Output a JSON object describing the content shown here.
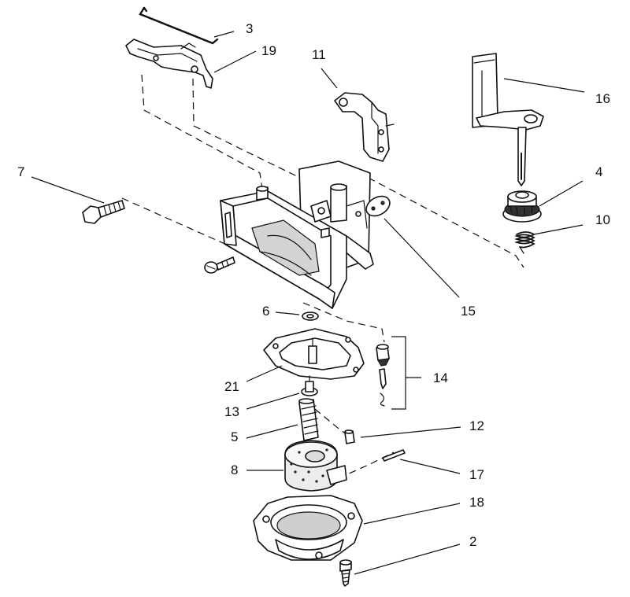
{
  "diagram": {
    "callouts": [
      {
        "id": "c3",
        "label": "3"
      },
      {
        "id": "c19",
        "label": "19"
      },
      {
        "id": "c11",
        "label": "11"
      },
      {
        "id": "c16",
        "label": "16"
      },
      {
        "id": "c7",
        "label": "7"
      },
      {
        "id": "c4",
        "label": "4"
      },
      {
        "id": "c10",
        "label": "10"
      },
      {
        "id": "c15",
        "label": "15"
      },
      {
        "id": "c6",
        "label": "6"
      },
      {
        "id": "c14",
        "label": "14"
      },
      {
        "id": "c21",
        "label": "21"
      },
      {
        "id": "c13",
        "label": "13"
      },
      {
        "id": "c12",
        "label": "12"
      },
      {
        "id": "c5",
        "label": "5"
      },
      {
        "id": "c8",
        "label": "8"
      },
      {
        "id": "c17",
        "label": "17"
      },
      {
        "id": "c18",
        "label": "18"
      },
      {
        "id": "c2",
        "label": "2"
      }
    ]
  }
}
